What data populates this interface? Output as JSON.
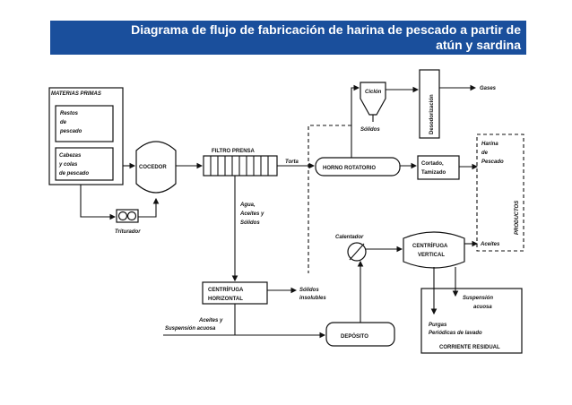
{
  "title": {
    "line1": "Diagrama de flujo de fabricación de harina de pescado a partir de",
    "line2": "atún y sardina"
  },
  "diagram": {
    "materias_primas": "MATERIAS PRIMAS",
    "restos": [
      "Restos",
      "de",
      "pescado"
    ],
    "cabezas": [
      "Cabezas",
      "y colas",
      "de pescado"
    ],
    "cocedor": "COCEDOR",
    "triturador": "Triturador",
    "filtro_prensa": "FILTRO PRENSA",
    "torta": "Torta",
    "horno_rotatorio": "HORNO ROTATORIO",
    "ciclon": "Ciclón",
    "solidos": "Sólidos",
    "desodorizacion": "Desodorización",
    "gases": "Gases",
    "cortado": [
      "Cortado,",
      "Tamizado"
    ],
    "harina": [
      "Harina",
      "de",
      "Pescado"
    ],
    "productos": "PRODUCTOS",
    "aceites": "Aceites",
    "agua": [
      "Agua,",
      "Aceites y",
      "Sólidos"
    ],
    "calentador": "Calentador",
    "centrifuga_vertical": [
      "CENTRÍFUGA",
      "VERTICAL"
    ],
    "centrifuga_horizontal": [
      "CENTRÍFUGA",
      "HORIZONTAL"
    ],
    "solidos_insolubles": [
      "Sólidos",
      "insolubles"
    ],
    "aceites_susp": [
      "Aceites y",
      "Suspensión acuosa"
    ],
    "deposito": "DEPÓSITO",
    "suspension": [
      "Suspensión",
      "acuosa"
    ],
    "purgas": [
      "Purgas",
      "Periódicas de lavado"
    ],
    "corriente_residual": "CORRIENTE RESIDUAL"
  }
}
